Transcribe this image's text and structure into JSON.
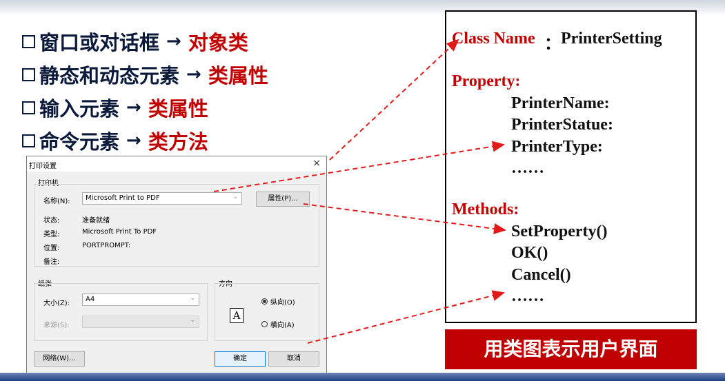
{
  "bullets": [
    {
      "left": "窗口或对话框",
      "arrow": "→",
      "right": "对象类"
    },
    {
      "left": "静态和动态元素",
      "arrow": "→",
      "right": "类属性"
    },
    {
      "left": "输入元素",
      "arrow": "→",
      "right": "类属性"
    },
    {
      "left": "命令元素",
      "arrow": "→",
      "right": "类方法"
    }
  ],
  "dialog": {
    "title": "打印设置",
    "close": "×",
    "printer_group": "打印机",
    "name_label": "名称(N):",
    "name_value": "Microsoft Print to PDF",
    "properties_button": "属性(P)...",
    "status_label": "状态:",
    "status_value": "准备就绪",
    "type_label": "类型:",
    "type_value": "Microsoft Print To PDF",
    "where_label": "位置:",
    "where_value": "PORTPROMPT:",
    "comment_label": "备注:",
    "paper_group": "纸张",
    "size_label": "大小(Z):",
    "size_value": "A4",
    "source_label": "来源(S):",
    "source_value": "",
    "orientation_group": "方向",
    "portrait": "纵向(O)",
    "landscape": "横向(A)",
    "orientation_icon_letter": "A",
    "network_button": "网络(W)...",
    "ok_button": "确定",
    "cancel_button": "取消"
  },
  "classbox": {
    "classname_label": "Class Name",
    "classname_sep": "：",
    "classname_value": "PrinterSetting",
    "property_heading": "Property:",
    "properties": [
      "PrinterName:",
      "PrinterStatue:",
      "PrinterType:",
      "……"
    ],
    "methods_heading": "Methods:",
    "methods": [
      "SetProperty()",
      "OK()",
      "Cancel()",
      "……"
    ]
  },
  "banner": "用类图表示用户界面",
  "colors": {
    "accent_red": "#c00000",
    "text_dark": "#0b1a3a",
    "arrow_red": "#e31a1a"
  }
}
